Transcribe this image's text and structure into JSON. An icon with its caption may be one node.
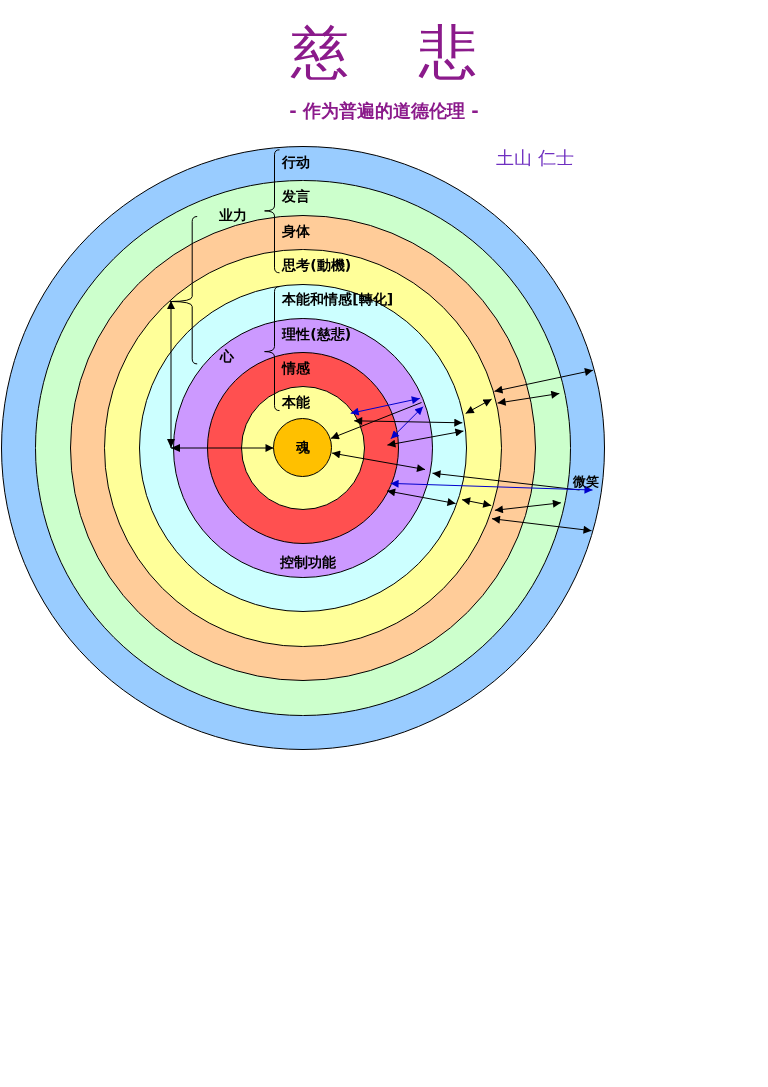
{
  "diagram": {
    "title": "慈 悲",
    "nodes": [
      {
        "text": [
          "行动"
        ]
      },
      {
        "text": [
          "发言"
        ],
        "in": 0
      },
      {
        "text": [
          "身体"
        ],
        "in": 1
      },
      {
        "text": [
          "思考(動機)"
        ],
        "in": 2
      },
      {
        "text": [
          "本能和情感[轉化]"
        ],
        "in": 3
      },
      {
        "text": [
          "理性(慈悲)",
          "控制功能"
        ],
        "in": 4
      },
      {
        "text": [
          "情感"
        ],
        "in": 5
      },
      {
        "text": [
          "本能"
        ],
        "in": 6
      },
      {
        "text": [
          "魂"
        ],
        "in": 7
      },
      {
        "text": [
          "微笑"
        ],
        "in": 0
      },
      {
        "text": [],
        "shape": "brace",
        "in": 2
      }
    ],
    "edges": [
      {
        "from": 5,
        "to": 8,
        "arrow": "to"
      },
      {
        "from": 5,
        "to": 6,
        "arrow": "both",
        "color": "#0000cc"
      },
      {
        "from": 5,
        "to": 7,
        "arrow": "both",
        "color": "#0000cc"
      },
      {
        "from": 6,
        "to": 4,
        "arrow": "both"
      },
      {
        "from": 7,
        "to": 4,
        "arrow": "both"
      },
      {
        "from": 4,
        "to": 3,
        "arrow": "both"
      },
      {
        "from": 3,
        "to": 1,
        "arrow": "both"
      },
      {
        "from": 3,
        "to": 0,
        "arrow": "both"
      },
      {
        "from": 10,
        "to": 8,
        "arrow": "both"
      },
      {
        "from": 8,
        "to": 5,
        "arrow": "both"
      },
      {
        "from": 9,
        "to": 5,
        "arrow": "to"
      },
      {
        "from": 6,
        "to": 9,
        "arrow": "both",
        "color": "#0000cc"
      },
      {
        "from": 6,
        "to": 4,
        "arrow": "both"
      },
      {
        "from": 4,
        "to": 3,
        "arrow": "both"
      },
      {
        "from": 3,
        "to": 1,
        "arrow": "both"
      },
      {
        "from": 3,
        "to": 0,
        "arrow": "both"
      }
    ],
    "labels": [
      "- 作为普遍的道德伦理 -",
      "土山 仁士",
      "业力",
      "心"
    ]
  }
}
